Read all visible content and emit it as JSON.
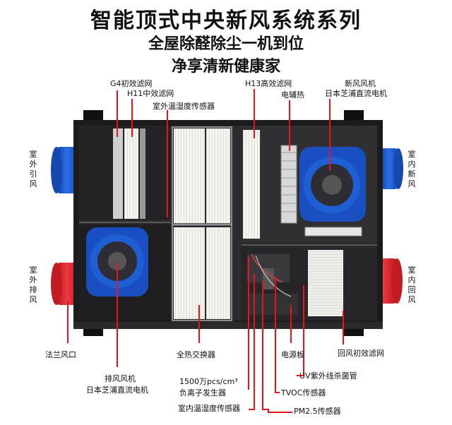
{
  "header": {
    "title": "智能顶式中央新风系统系列",
    "subtitle1": "全屋除醛除尘一机到位",
    "subtitle2": "净享清新健康家"
  },
  "labels": {
    "g4": "G4初效滤网",
    "h11": "H11中效滤网",
    "outdoor_sensor": "室外温湿度传感器",
    "h13": "H13高效滤网",
    "heater": "电辅热",
    "fresh_fan": "新风风机",
    "fresh_motor": "日本芝浦直流电机",
    "exhaust_fan": "排风风机",
    "exhaust_motor": "日本芝浦直流电机",
    "flange": "法兰风口",
    "heat_exchanger": "全热交换器",
    "power_board": "电源板",
    "return_filter": "回风初效滤网",
    "uv": "UV紫外线杀菌管",
    "ion_count": "1500万pcs/cm³",
    "ion_generator": "负离子发生器",
    "tvoc": "TVOC传感器",
    "indoor_sensor": "室内温湿度传感器",
    "pm25": "PM2.5传感器",
    "outdoor_intake": "室外引风",
    "outdoor_exhaust": "室外排风",
    "indoor_fresh": "室内新风",
    "indoor_return": "室内回风"
  },
  "colors": {
    "leader": "#e8141c",
    "duct_blue": "#1a56c9",
    "duct_red": "#d9232d",
    "cabinet": "#1c1c1e"
  }
}
